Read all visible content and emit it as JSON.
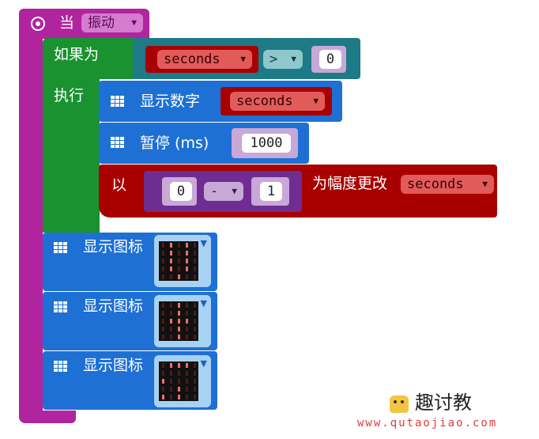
{
  "event": {
    "label": "当",
    "dropdown": "振动"
  },
  "if_block": {
    "if_label": "如果为",
    "do_label": "执行",
    "condition": {
      "variable": "seconds",
      "operator": ">",
      "value": "0"
    }
  },
  "show_number": {
    "label": "显示数字",
    "variable": "seconds"
  },
  "pause": {
    "label": "暂停 (ms)",
    "value": "1000"
  },
  "change": {
    "prefix": "以",
    "left": "0",
    "operator": "-",
    "right": "1",
    "suffix": "为幅度更改",
    "variable": "seconds"
  },
  "show_icons": [
    {
      "label": "显示图标",
      "leds": [
        [
          0,
          1,
          0,
          1,
          0
        ],
        [
          0,
          1,
          0,
          1,
          0
        ],
        [
          0,
          1,
          0,
          1,
          0
        ],
        [
          0,
          1,
          0,
          1,
          0
        ],
        [
          0,
          0,
          1,
          0,
          0
        ]
      ]
    },
    {
      "label": "显示图标",
      "leds": [
        [
          0,
          0,
          1,
          0,
          0
        ],
        [
          0,
          0,
          1,
          0,
          0
        ],
        [
          0,
          1,
          1,
          1,
          0
        ],
        [
          0,
          0,
          1,
          0,
          0
        ],
        [
          0,
          0,
          1,
          0,
          0
        ]
      ]
    },
    {
      "label": "显示图标",
      "leds": [
        [
          0,
          1,
          1,
          1,
          0
        ],
        [
          0,
          0,
          0,
          0,
          0
        ],
        [
          1,
          0,
          0,
          0,
          0
        ],
        [
          0,
          0,
          1,
          0,
          0
        ],
        [
          1,
          0,
          1,
          0,
          0
        ]
      ]
    }
  ],
  "watermark": {
    "brand": "趣讨教",
    "url": "www.qutaojiao.com"
  },
  "colors": {
    "event": "#b0249e",
    "logic": "#19922f",
    "variable": "#a80000",
    "compare": "#1d7a86",
    "basic": "#1e70d4",
    "math": "#6f2c91",
    "var_dropdown": "#e25b5b"
  }
}
